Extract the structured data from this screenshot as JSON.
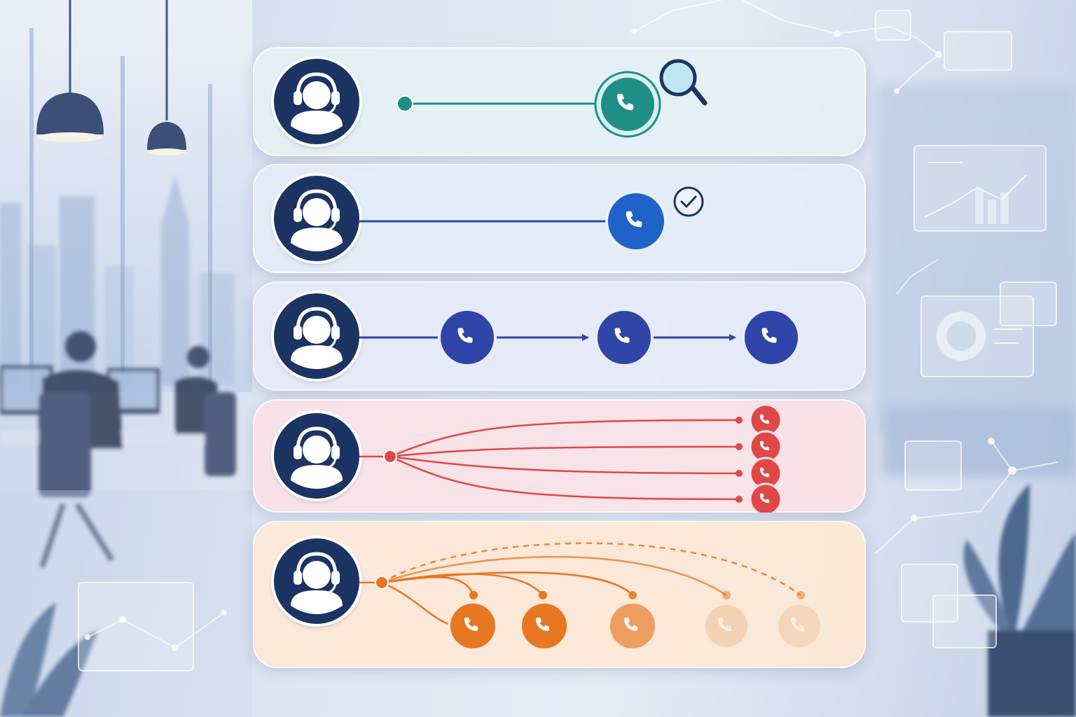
{
  "scene": {
    "background": "blurred-office-call-center",
    "rows": [
      {
        "id": "search-call",
        "color": "#1f8f86",
        "icon": "phone-icon",
        "badge": "search-icon"
      },
      {
        "id": "direct-call",
        "color": "#1f63c8",
        "icon": "phone-icon",
        "badge": "check-icon"
      },
      {
        "id": "sequential-calls",
        "color": "#2f45a8",
        "icons": [
          "phone-icon",
          "phone-icon",
          "phone-icon"
        ]
      },
      {
        "id": "simultaneous-calls",
        "color": "#e04848",
        "icons": [
          "phone-icon",
          "phone-icon",
          "phone-icon",
          "phone-icon"
        ]
      },
      {
        "id": "predictive-calls",
        "color": "#e87722",
        "icons": [
          "phone-icon",
          "phone-icon",
          "phone-icon",
          "phone-icon",
          "phone-icon"
        ],
        "fade_levels": [
          1,
          1,
          0.65,
          0.3,
          0.25
        ]
      }
    ]
  }
}
